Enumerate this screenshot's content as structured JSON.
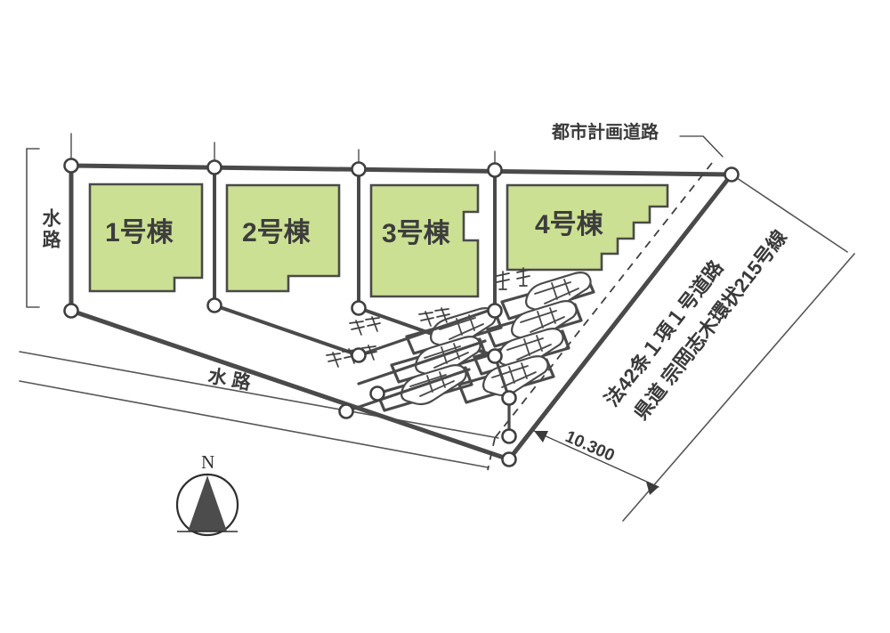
{
  "document": {
    "type": "site-plan",
    "title": "区画図"
  },
  "colors": {
    "building_fill": "#cce093",
    "building_stroke": "#4a4a4a",
    "boundary_stroke": "#4a4a4a",
    "text": "#3a3a3a",
    "background": "#ffffff",
    "compass_fill": "#4c4c4c"
  },
  "buildings": [
    {
      "id": "bldg-1",
      "label": "1号棟",
      "number": "1",
      "suffix": "号棟"
    },
    {
      "id": "bldg-2",
      "label": "2号棟",
      "number": "2",
      "suffix": "号棟"
    },
    {
      "id": "bldg-3",
      "label": "3号棟",
      "number": "3",
      "suffix": "号棟"
    },
    {
      "id": "bldg-4",
      "label": "4号棟",
      "number": "4",
      "suffix": "号棟"
    }
  ],
  "annotations": {
    "city_planning_road": "都市計画道路",
    "waterway_left": "水路",
    "waterway_bottom": "水路",
    "road_law": "法42条１項１号道路",
    "road_name": "県道 宗岡志木環状215号線",
    "dimension": "10.300",
    "compass_north": "N"
  },
  "parking": {
    "stall_count": 7,
    "cars": [
      {
        "id": "car-1"
      },
      {
        "id": "car-2"
      },
      {
        "id": "car-3"
      },
      {
        "id": "car-4"
      },
      {
        "id": "car-5"
      },
      {
        "id": "car-6"
      },
      {
        "id": "car-7"
      }
    ]
  }
}
